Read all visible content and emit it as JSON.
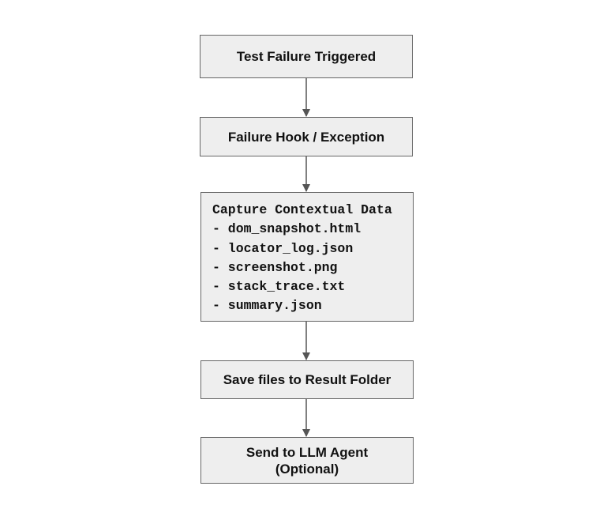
{
  "colors": {
    "node_fill": "#eeeeee",
    "node_border": "#666666",
    "arrow": "#555555",
    "text": "#111111"
  },
  "flow": {
    "step1": {
      "label": "Test Failure Triggered"
    },
    "step2": {
      "label": "Failure Hook / Exception"
    },
    "step3": {
      "lines": [
        "Capture Contextual Data",
        "- dom_snapshot.html",
        "- locator_log.json",
        "- screenshot.png",
        "- stack_trace.txt",
        "- summary.json"
      ]
    },
    "step4": {
      "label": "Save files to Result Folder"
    },
    "step5": {
      "lines": [
        "Send to LLM Agent",
        "(Optional)"
      ]
    }
  }
}
